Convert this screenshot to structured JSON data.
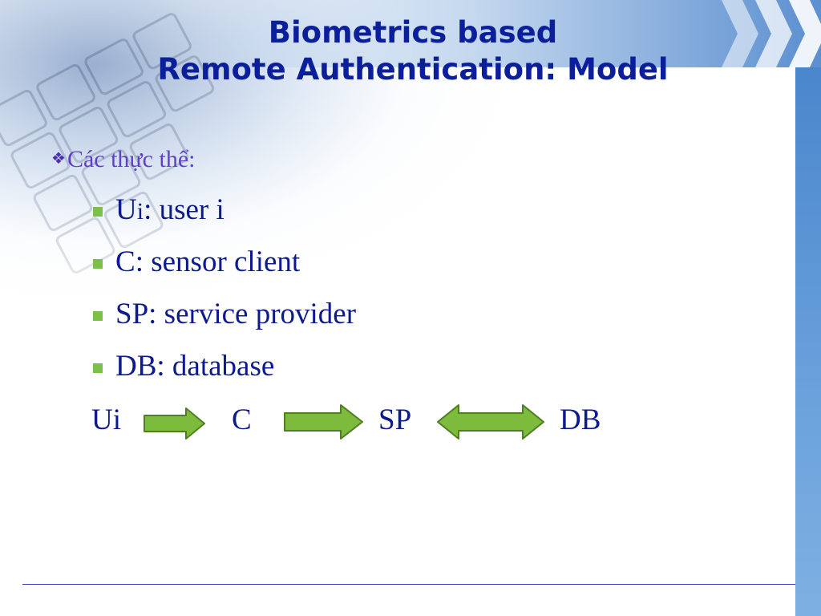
{
  "slide": {
    "title_line1": "Biometrics based",
    "title_line2": "Remote Authentication: Model",
    "bullet": "Các thực thể:",
    "items": [
      {
        "name": "U",
        "subscript": "i",
        "rest": ": user i"
      },
      {
        "name": "C",
        "rest": ": sensor client"
      },
      {
        "name": "SP",
        "rest": ": service provider"
      },
      {
        "name": "DB",
        "rest": ": database"
      }
    ],
    "flow": {
      "nodes": [
        "Ui",
        "C",
        "SP",
        "DB"
      ],
      "arrows": [
        "right-arrow",
        "right-arrow",
        "double-arrow"
      ]
    }
  },
  "colors": {
    "title": "#0c1f9a",
    "bullet": "#6040c8",
    "text": "#0d1a8c",
    "sub_bullet": "#7cc04a",
    "arrow_fill": "#7dbb3c",
    "arrow_stroke": "#4f7f22",
    "accent_blue": "#4a86cc"
  },
  "icons": {
    "main_bullet": "diamond-star-icon",
    "sub_bullet": "green-square-icon"
  }
}
